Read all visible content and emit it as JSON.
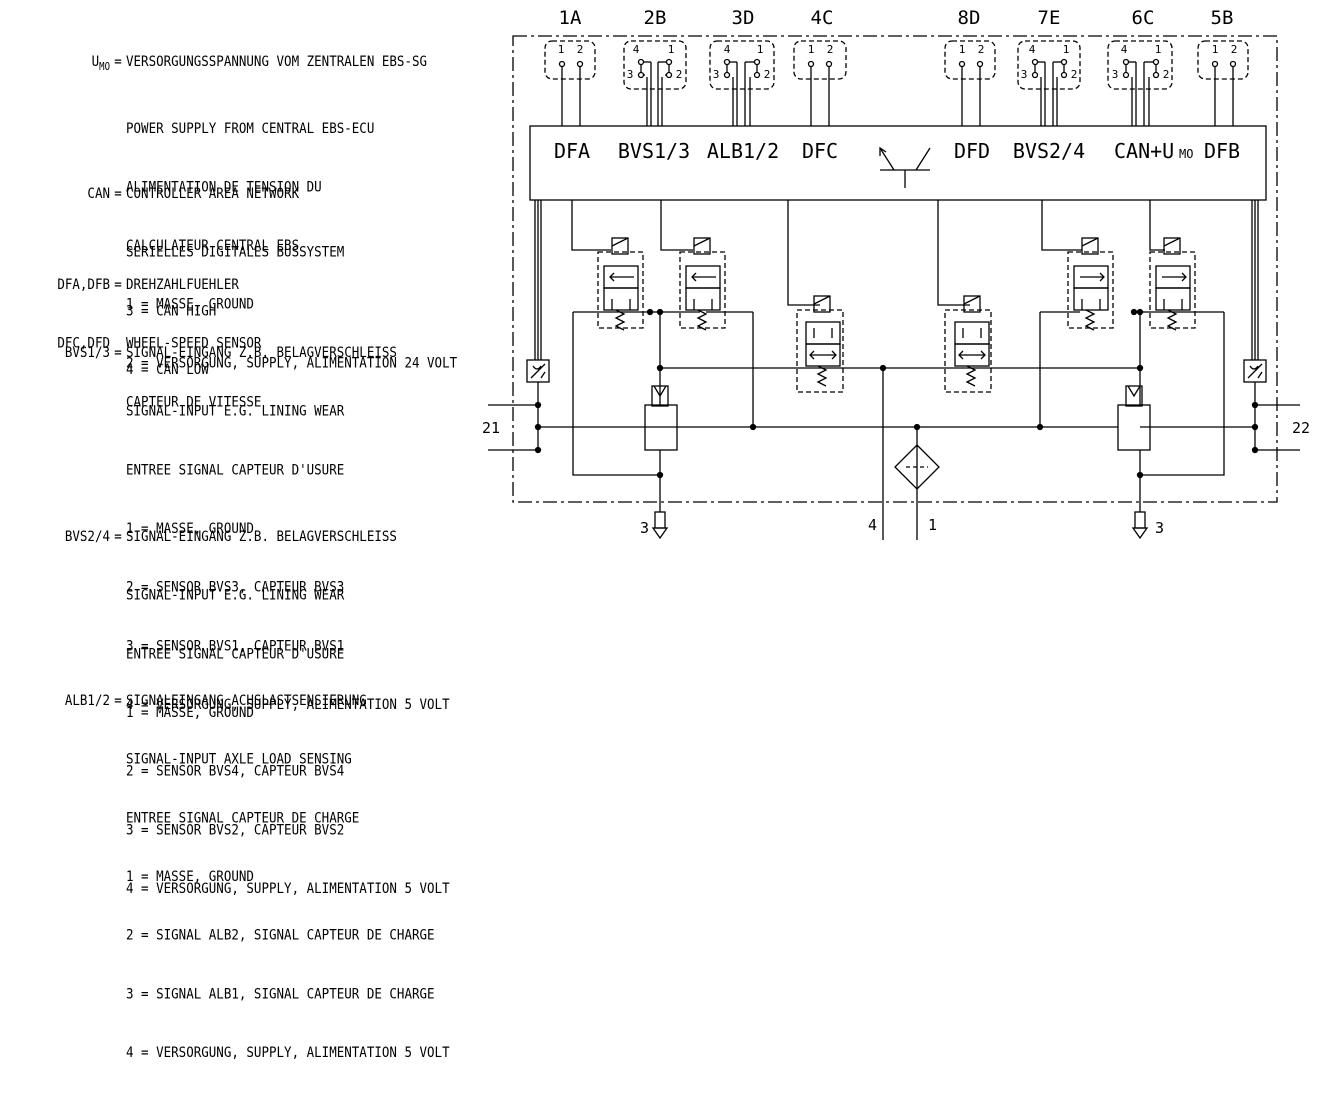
{
  "legend": [
    {
      "key": "U",
      "key_sub": "MO",
      "lines": [
        "VERSORGUNGSSPANNUNG VOM ZENTRALEN EBS-SG",
        "POWER SUPPLY FROM CENTRAL EBS-ECU",
        "ALIMENTATION DE TENSION DU",
        "CALCULATEUR CENTRAL EBS",
        "1 = MASSE, GROUND",
        "2 = VERSORGUNG, SUPPLY, ALIMENTATION 24 VOLT"
      ]
    },
    {
      "key": "CAN",
      "lines": [
        "CONTROLLER AREA NETWORK",
        "SERIELLES DIGITALES BUSSYSTEM",
        "3 = CAN HIGH",
        "4 = CAN LOW"
      ]
    },
    {
      "key": "DFA,DFB",
      "key2": "DFC,DFD",
      "lines": [
        "DREHZAHLFUEHLER",
        "WHEEL-SPEED SENSOR",
        "CAPTEUR DE VITESSE"
      ]
    },
    {
      "key": "BVS1/3",
      "lines": [
        "SIGNAL-EINGANG Z.B. BELAGVERSCHLEISS",
        "SIGNAL-INPUT E.G. LINING WEAR",
        "ENTREE SIGNAL CAPTEUR D'USURE",
        "1 = MASSE, GROUND",
        "2 = SENSOR BVS3, CAPTEUR BVS3",
        "3 = SENSOR BVS1, CAPTEUR BVS1",
        "4 = VERSORGUNG, SUPPLY, ALIMENTATION 5 VOLT"
      ]
    },
    {
      "key": "BVS2/4",
      "lines": [
        "SIGNAL-EINGANG Z.B. BELAGVERSCHLEISS",
        "SIGNAL-INPUT E.G. LINING WEAR",
        "ENTREE SIGNAL CAPTEUR D'USURE",
        "1 = MASSE, GROUND",
        "2 = SENSOR BVS4, CAPTEUR BVS4",
        "3 = SENSOR BVS2, CAPTEUR BVS2",
        "4 = VERSORGUNG, SUPPLY, ALIMENTATION 5 VOLT"
      ]
    },
    {
      "key": "ALB1/2",
      "lines": [
        "SIGNALEINGANG ACHSLASTSENSIERUNG",
        "SIGNAL-INPUT AXLE LOAD SENSING",
        "ENTREE SIGNAL CAPTEUR DE CHARGE",
        "1 = MASSE, GROUND",
        "2 = SIGNAL ALB2, SIGNAL CAPTEUR DE CHARGE",
        "3 = SIGNAL ALB1, SIGNAL CAPTEUR DE CHARGE",
        "4 = VERSORGUNG, SUPPLY, ALIMENTATION 5 VOLT"
      ]
    }
  ],
  "connectors": [
    {
      "label": "1A",
      "pins": [
        "1",
        "2"
      ]
    },
    {
      "label": "2B",
      "pins": [
        "4",
        "1",
        "3",
        "2"
      ]
    },
    {
      "label": "3D",
      "pins": [
        "4",
        "1",
        "3",
        "2"
      ]
    },
    {
      "label": "4C",
      "pins": [
        "1",
        "2"
      ]
    },
    {
      "label": "8D",
      "pins": [
        "1",
        "2"
      ]
    },
    {
      "label": "7E",
      "pins": [
        "4",
        "1",
        "3",
        "2"
      ]
    },
    {
      "label": "6C",
      "pins": [
        "4",
        "1",
        "3",
        "2"
      ]
    },
    {
      "label": "5B",
      "pins": [
        "1",
        "2"
      ]
    }
  ],
  "ecu_labels": [
    "DFA",
    "BVS1/3",
    "ALB1/2",
    "DFC",
    "DFD",
    "BVS2/4",
    "CAN+U",
    "DFB"
  ],
  "ecu_label_sub": "MO",
  "ports": {
    "p21": "21",
    "p22": "22",
    "p3_left": "3",
    "p3_right": "3",
    "p4": "4",
    "p1": "1"
  }
}
